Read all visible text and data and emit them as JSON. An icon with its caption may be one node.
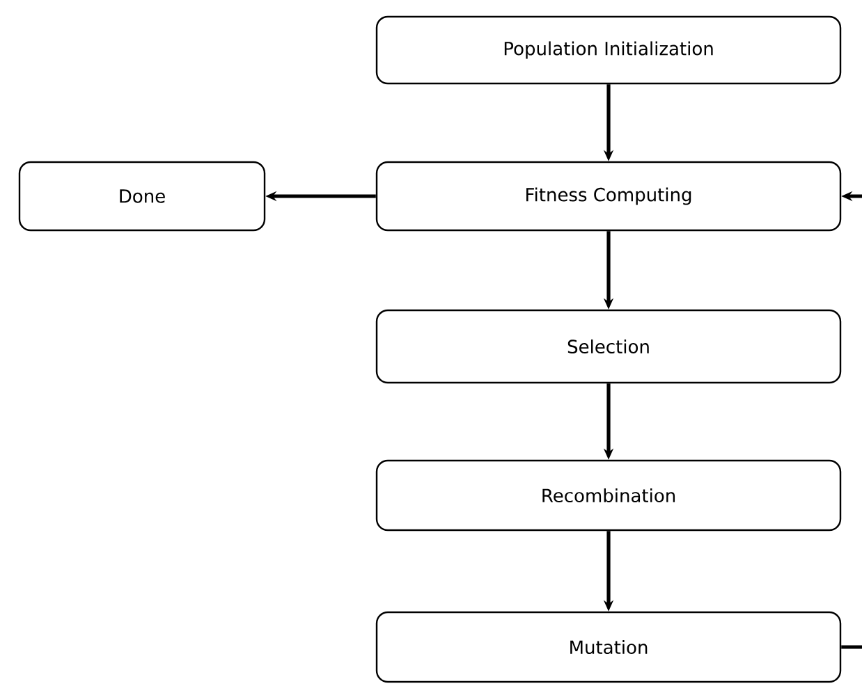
{
  "diagram": {
    "nodes": [
      {
        "text": [
          "Population Initialization"
        ]
      },
      {
        "text": [
          "Done"
        ]
      },
      {
        "text": [
          "Fitness Computing"
        ]
      },
      {
        "text": [
          "Selection"
        ]
      },
      {
        "text": [
          "Recombination"
        ]
      },
      {
        "text": [
          "Mutation"
        ]
      }
    ],
    "edges": [
      {
        "from": 0,
        "to": 2,
        "arrow": "to"
      },
      {
        "from": 2,
        "to": 1,
        "arrow": "to"
      },
      {
        "from": 2,
        "to": 3,
        "arrow": "to"
      },
      {
        "from": 3,
        "to": 4,
        "arrow": "to"
      },
      {
        "from": 4,
        "to": 5,
        "arrow": "to"
      },
      {
        "from": 5,
        "to": 2,
        "arrow": "to"
      }
    ]
  }
}
